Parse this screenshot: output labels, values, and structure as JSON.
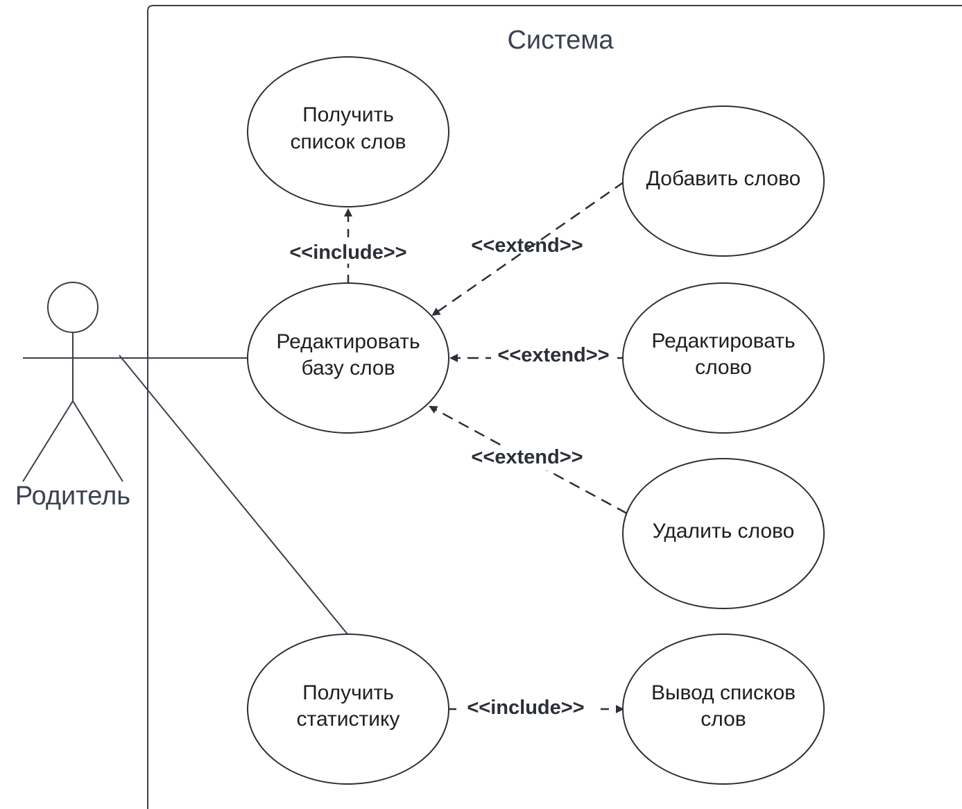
{
  "system": {
    "title": "Система"
  },
  "actor": {
    "name": "Родитель"
  },
  "use_cases": {
    "get_word_list": [
      "Получить",
      "список слов"
    ],
    "edit_word_base": [
      "Редактировать",
      "базу слов"
    ],
    "add_word": [
      "Добавить слово"
    ],
    "edit_word": [
      "Редактировать",
      "слово"
    ],
    "delete_word": [
      "Удалить слово"
    ],
    "get_statistics": [
      "Получить",
      "статистику"
    ],
    "output_word_lists": [
      "Вывод списков",
      "слов"
    ]
  },
  "relations": {
    "include_top": "<<include>>",
    "extend_add": "<<extend>>",
    "extend_edit": "<<extend>>",
    "extend_delete": "<<extend>>",
    "include_bottom": "<<include>>"
  },
  "colors": {
    "line": "#3a3f4b",
    "text": "#1f1f1f",
    "label": "#3b4250"
  }
}
